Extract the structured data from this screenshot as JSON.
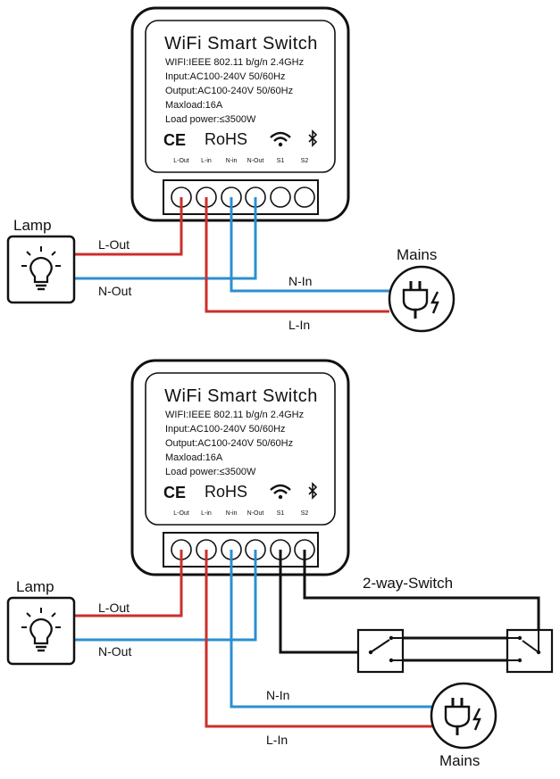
{
  "device": {
    "title": "WiFi Smart Switch",
    "specs": [
      "WIFI:IEEE 802.11 b/g/n 2.4GHz",
      "Input:AC100-240V 50/60Hz",
      "Output:AC100-240V 50/60Hz",
      "Maxload:16A",
      "Load power:≤3500W"
    ],
    "ce": "CE",
    "rohs": "RoHS",
    "terminals": [
      "L-Out",
      "L-in",
      "N-in",
      "N-Out",
      "S1",
      "S2"
    ]
  },
  "diagram1": {
    "lamp_label": "Lamp",
    "mains_label": "Mains",
    "wire_l_out": "L-Out",
    "wire_n_out": "N-Out",
    "wire_n_in": "N-In",
    "wire_l_in": "L-In"
  },
  "diagram2": {
    "lamp_label": "Lamp",
    "mains_label": "Mains",
    "switch_label": "2-way-Switch",
    "wire_l_out": "L-Out",
    "wire_n_out": "N-Out",
    "wire_n_in": "N-In",
    "wire_l_in": "L-In"
  },
  "colors": {
    "live": "#c9302c",
    "neutral": "#2b8fd0",
    "switch": "#111111"
  }
}
